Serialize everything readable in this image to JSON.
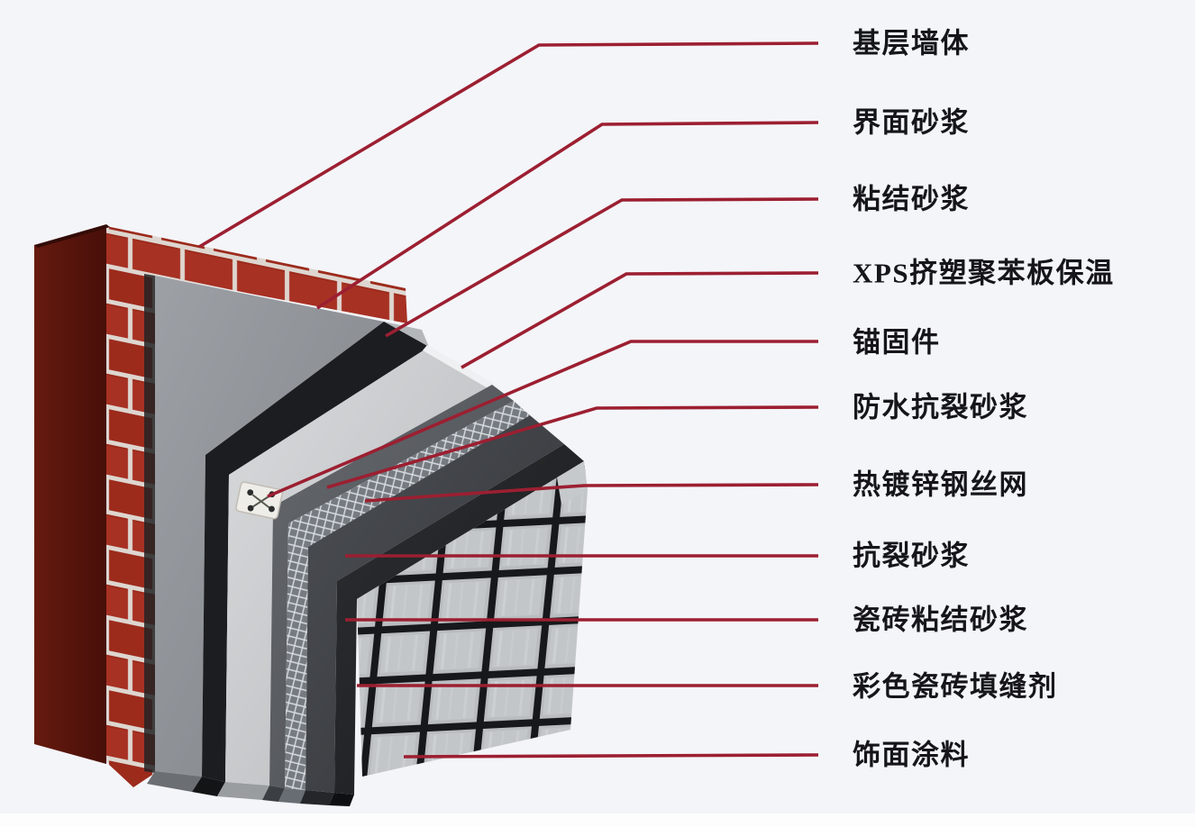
{
  "diagram": {
    "type": "construction-layers-callout",
    "description": "XPS exterior wall insulation system cutaway with labeled layers",
    "labels": [
      {
        "key": "base-wall",
        "text": "基层墙体"
      },
      {
        "key": "interface-mortar",
        "text": "界面砂浆"
      },
      {
        "key": "bonding-mortar",
        "text": "粘结砂浆"
      },
      {
        "key": "xps-insulation-board",
        "text": "XPS挤塑聚苯板保温"
      },
      {
        "key": "anchor-fastener",
        "text": "锚固件"
      },
      {
        "key": "waterproof-anticrack-mortar",
        "text": "防水抗裂砂浆"
      },
      {
        "key": "galvanized-wire-mesh",
        "text": "热镀锌钢丝网"
      },
      {
        "key": "anticrack-mortar",
        "text": "抗裂砂浆"
      },
      {
        "key": "tile-bonding-mortar",
        "text": "瓷砖粘结砂浆"
      },
      {
        "key": "colored-tile-grout",
        "text": "彩色瓷砖填缝剂"
      },
      {
        "key": "finish-coating",
        "text": "饰面涂料"
      }
    ],
    "colors": {
      "background": "#f4f5f9",
      "leader_line": "#9c1f31",
      "label_text": "#16161a",
      "brick": "#9c2b1c",
      "brick_side": "#541109",
      "mortar_joint": "#ded6d0",
      "interface_mortar": "#8f9296",
      "bonding_mortar": "#1b1d20",
      "xps_board": "#cbcdd0",
      "waterproof_mortar": "#5a5e63",
      "wire_mesh": "#767b81",
      "anticrack_mortar": "#404449",
      "tile_bonding_mortar": "#232529",
      "tile": "#b9bcc0",
      "tile_grout": "#17181b",
      "anchor_plate": "#efede8"
    }
  }
}
